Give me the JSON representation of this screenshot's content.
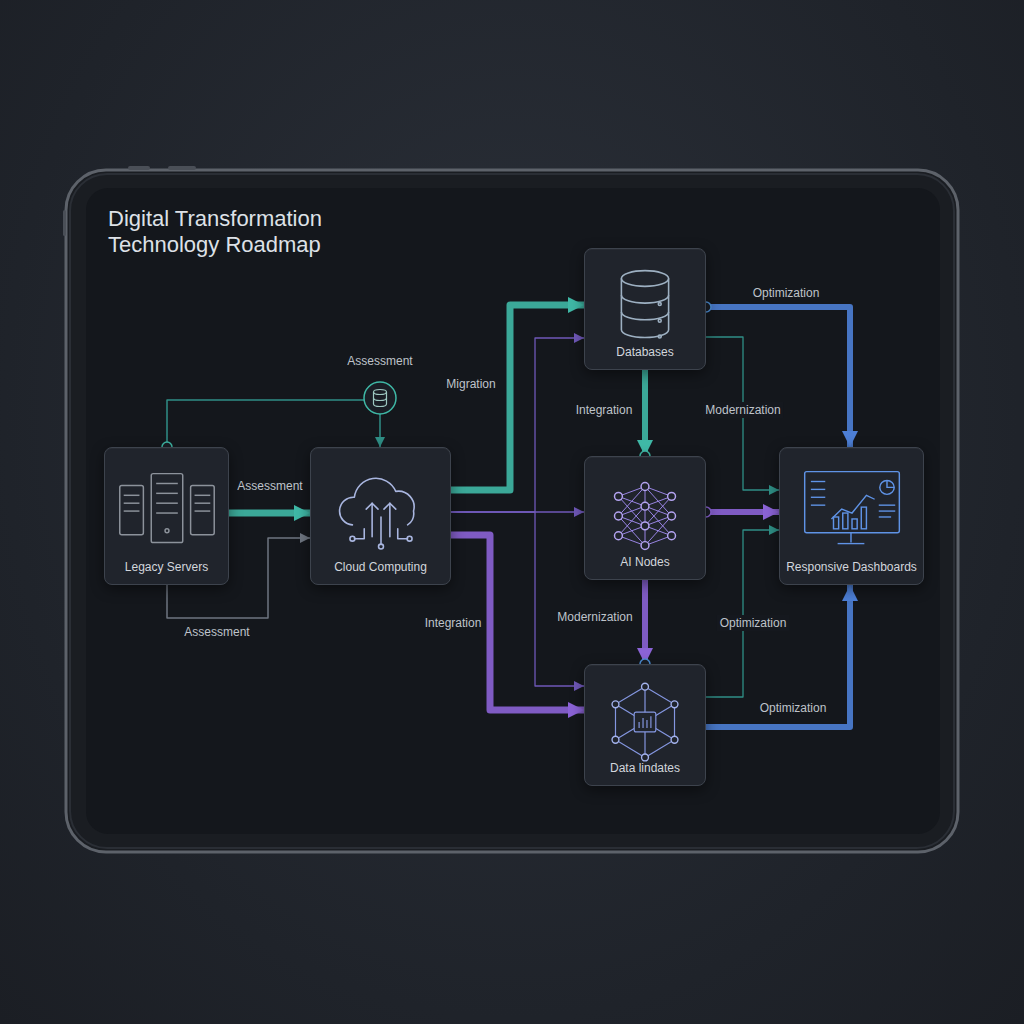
{
  "diagram": {
    "title": "Digital Transformation Technology Roadmap",
    "nodes": [
      {
        "text": [
          "Legacy Servers"
        ]
      },
      {
        "text": [
          "Cloud Computing"
        ]
      },
      {
        "text": [
          "Databases"
        ]
      },
      {
        "text": [
          "AI Nodes"
        ]
      },
      {
        "text": [
          "Data lindates"
        ]
      },
      {
        "text": [
          "Responsive Dashboards"
        ]
      }
    ],
    "edges": [
      {
        "from": 0,
        "to": 1,
        "label": "Assessment",
        "arrow": "to"
      },
      {
        "from": 0,
        "to": 1,
        "label": "Assessment",
        "arrow": "to"
      },
      {
        "from": 0,
        "to": 1,
        "label": "Assessment",
        "arrow": "to"
      },
      {
        "from": 1,
        "to": 2,
        "label": "Migration",
        "arrow": "to"
      },
      {
        "from": 1,
        "to": 2,
        "arrow": "to"
      },
      {
        "from": 1,
        "to": 3,
        "arrow": "to"
      },
      {
        "from": 1,
        "to": 4,
        "label": "Integration",
        "arrow": "to"
      },
      {
        "from": 1,
        "to": 4,
        "arrow": "to"
      },
      {
        "from": 2,
        "to": 3,
        "label": "Integration",
        "arrow": "to"
      },
      {
        "from": 2,
        "to": 5,
        "label": "Optimization",
        "arrow": "to"
      },
      {
        "from": 2,
        "to": 5,
        "label": "Modernization",
        "arrow": "to"
      },
      {
        "from": 3,
        "to": 5,
        "arrow": "to"
      },
      {
        "from": 3,
        "to": 4,
        "label": "Modernization",
        "arrow": "to"
      },
      {
        "from": 4,
        "to": 5,
        "label": "Optimization",
        "arrow": "to"
      },
      {
        "from": 4,
        "to": 5,
        "label": "Optimization",
        "arrow": "to"
      }
    ]
  }
}
